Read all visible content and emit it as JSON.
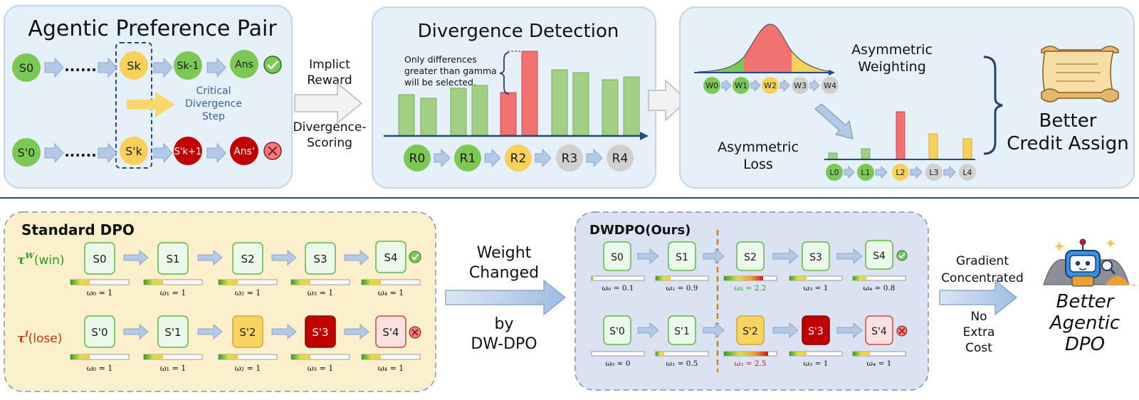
{
  "colors": {
    "green": "#7cc855",
    "yellow": "#f7d15a",
    "red": "#d0191b",
    "gray": "#d0d0d0",
    "panel_blue": "#e6f0f8",
    "panel_yellow": "#fbefcc",
    "panel_dwdpo": "#dbe3f3",
    "arrow": "#b4c9e6",
    "bar_green": "#a1cf83",
    "bar_red": "#f27272",
    "axis": "#24478c"
  },
  "top": {
    "preference": {
      "title": "Agentic Preference Pair",
      "win_nodes": [
        "S0",
        "Sk",
        "Sk-1",
        "Ans"
      ],
      "lose_nodes": [
        "S'0",
        "S'k",
        "S'k+1",
        "Ans'"
      ],
      "ellipsis": "......",
      "critical_label": [
        "Critical",
        "Divergence",
        "Step"
      ]
    },
    "arrow1": {
      "top_label": [
        "Implict",
        "Reward"
      ],
      "bottom_label": [
        "Divergence-",
        "Scoring"
      ]
    },
    "divergence": {
      "title": "Divergence Detection",
      "note": [
        "Only differences",
        "greater than gamma",
        "will be selected."
      ],
      "nodes": [
        "R0",
        "R1",
        "R2",
        "R3",
        "R4"
      ]
    },
    "weighting": {
      "weighting_label": [
        "Asymmetric",
        "Weighting"
      ],
      "loss_label": [
        "Asymmetric",
        "Loss"
      ],
      "w_nodes": [
        "W0",
        "W1",
        "W2",
        "W3",
        "W4"
      ],
      "l_nodes": [
        "L0",
        "L1",
        "L2",
        "L3",
        "L4"
      ],
      "result": [
        "Better",
        "Credit Assign"
      ]
    }
  },
  "bottom": {
    "standard": {
      "title": "Standard DPO",
      "win_label": "τ^W(win)",
      "lose_label": "τ^l(lose)",
      "win_nodes": [
        "S0",
        "S1",
        "S2",
        "S3",
        "S4"
      ],
      "lose_nodes": [
        "S'0",
        "S'1",
        "S'2",
        "S'3",
        "S'4"
      ],
      "win_weights": [
        "ω₀ = 1",
        "ω₁ = 1",
        "ω₂ = 1",
        "ω₃ = 1",
        "ω₄ = 1"
      ],
      "lose_weights": [
        "ω₀ = 1",
        "ω₁ = 1",
        "ω₂ = 1",
        "ω₃ = 1",
        "ω₄ = 1"
      ]
    },
    "middle": {
      "top_label": [
        "Weight",
        "Changed"
      ],
      "bottom_label": [
        "by",
        "DW-DPO"
      ]
    },
    "dwdpo": {
      "title": "DWDPO(Ours)",
      "win_nodes": [
        "S0",
        "S1",
        "S2",
        "S3",
        "S4"
      ],
      "lose_nodes": [
        "S'0",
        "S'1",
        "S'2",
        "S'3",
        "S'4"
      ],
      "win_weights": [
        "ω₀ = 0.1",
        "ω₁ = 0.9",
        "ω₂ = 2.2",
        "ω₃ = 1",
        "ω₄ = 0.8"
      ],
      "lose_weights": [
        "ω₀ ≈ 0",
        "ω₁ = 0.5",
        "ω₂ = 2.5",
        "ω₃ = 1",
        "ω₄ = 1"
      ]
    },
    "right": {
      "top_label": [
        "Gradient",
        "Concentrated"
      ],
      "bottom_label": [
        "No",
        "Extra",
        "Cost"
      ],
      "result": [
        "Better",
        "Agentic",
        "DPO"
      ]
    }
  }
}
